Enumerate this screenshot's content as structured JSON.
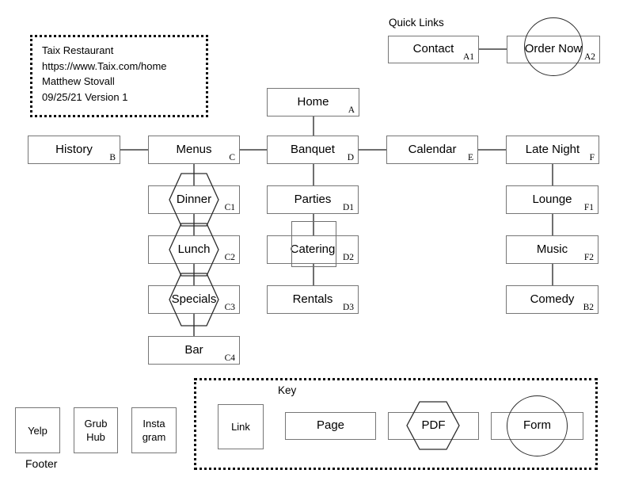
{
  "info_box": {
    "lines": [
      "Taix Restaurant",
      "https://www.Taix.com/home",
      "Matthew Stovall",
      "09/25/21 Version 1"
    ]
  },
  "quick_links": {
    "title": "Quick Links",
    "contact": {
      "label": "Contact",
      "id": "A1"
    },
    "order_now": {
      "label": "Order Now",
      "id": "A2"
    }
  },
  "nodes": {
    "home": {
      "label": "Home",
      "id": "A"
    },
    "history": {
      "label": "History",
      "id": "B"
    },
    "menus": {
      "label": "Menus",
      "id": "C"
    },
    "banquet": {
      "label": "Banquet",
      "id": "D"
    },
    "calendar": {
      "label": "Calendar",
      "id": "E"
    },
    "late_night": {
      "label": "Late Night",
      "id": "F"
    },
    "dinner": {
      "label": "Dinner",
      "id": "C1"
    },
    "lunch": {
      "label": "Lunch",
      "id": "C2"
    },
    "specials": {
      "label": "Specials",
      "id": "C3"
    },
    "bar": {
      "label": "Bar",
      "id": "C4"
    },
    "parties": {
      "label": "Parties",
      "id": "D1"
    },
    "catering": {
      "label": "Catering",
      "id": "D2"
    },
    "rentals": {
      "label": "Rentals",
      "id": "D3"
    },
    "lounge": {
      "label": "Lounge",
      "id": "F1"
    },
    "music": {
      "label": "Music",
      "id": "F2"
    },
    "comedy": {
      "label": "Comedy",
      "id": "B2"
    }
  },
  "footer": {
    "label": "Footer",
    "items": [
      "Yelp",
      "Grub Hub",
      "Insta gram"
    ]
  },
  "key": {
    "title": "Key",
    "link_label": "Link",
    "page_label": "Page",
    "pdf_label": "PDF",
    "form_label": "Form"
  },
  "colors": {
    "box_border": "#767676",
    "connector": "#6f6f6f",
    "shape_stroke": "#2a2a2a",
    "dotted_border": "#0c0c0c",
    "text": "#000000",
    "background": "#ffffff"
  }
}
